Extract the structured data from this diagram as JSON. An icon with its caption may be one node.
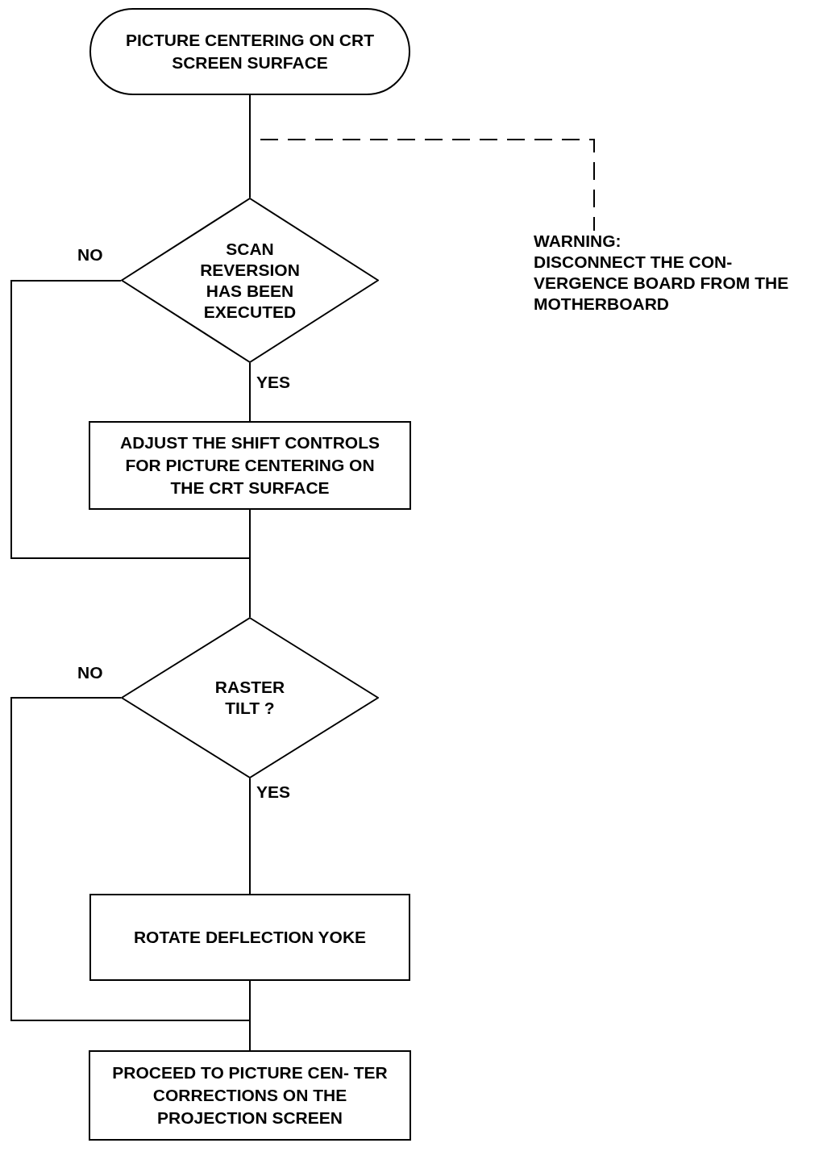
{
  "diagram": {
    "nodes": [
      {
        "text": [
          "PICTURE CENTERING ON CRT SCREEN SURFACE"
        ]
      },
      {
        "text": [
          "WARNING:",
          "DISCONNECT THE CON- VERGENCE BOARD FROM THE MOTHERBOARD"
        ]
      },
      {
        "text": [
          "SCAN REVERSION HAS BEEN EXECUTED"
        ]
      },
      {
        "text": [
          "ADJUST THE SHIFT CONTROLS FOR PICTURE CENTERING ON THE CRT SURFACE"
        ]
      },
      {
        "text": [
          "RASTER TILT ?"
        ]
      },
      {
        "text": [
          "ROTATE DEFLECTION YOKE"
        ]
      },
      {
        "text": [
          "PROCEED TO PICTURE CEN- TER CORRECTIONS ON THE PROJECTION SCREEN"
        ]
      }
    ],
    "edges": [
      {
        "from": 0,
        "to": 2,
        "arrow": "none"
      },
      {
        "from": 0,
        "to": 1,
        "arrow": "none",
        "style": "dashed"
      },
      {
        "from": 2,
        "to": 3,
        "arrow": "none",
        "label": "YES"
      },
      {
        "from": 2,
        "to": 4,
        "arrow": "none",
        "label": "NO"
      },
      {
        "from": 3,
        "to": 4,
        "arrow": "none"
      },
      {
        "from": 4,
        "to": 5,
        "arrow": "none",
        "label": "YES"
      },
      {
        "from": 4,
        "to": 6,
        "arrow": "none",
        "label": "NO"
      },
      {
        "from": 5,
        "to": 6,
        "arrow": "none"
      }
    ]
  }
}
